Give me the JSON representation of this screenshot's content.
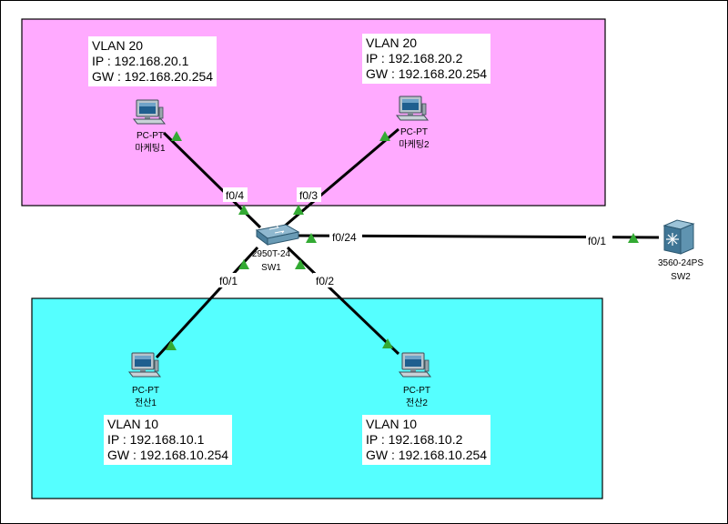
{
  "colors": {
    "zone_vlan20": "#ffaaff",
    "zone_vlan10": "#55ffff",
    "link": "#000000",
    "port_up": "#33aa33"
  },
  "switch_sw1": {
    "model": "2950T-24",
    "name": "SW1"
  },
  "switch_sw2": {
    "model": "3560-24PS",
    "name": "SW2"
  },
  "pcs": [
    {
      "type": "PC-PT",
      "name": "마케팅1",
      "vlan": "VLAN 20",
      "ip": "IP : 192.168.20.1",
      "gw": "GW : 192.168.20.254"
    },
    {
      "type": "PC-PT",
      "name": "마케팅2",
      "vlan": "VLAN 20",
      "ip": "IP : 192.168.20.2",
      "gw": "GW : 192.168.20.254"
    },
    {
      "type": "PC-PT",
      "name": "전산1",
      "vlan": "VLAN 10",
      "ip": "IP : 192.168.10.1",
      "gw": "GW : 192.168.10.254"
    },
    {
      "type": "PC-PT",
      "name": "전산2",
      "vlan": "VLAN 10",
      "ip": "IP : 192.168.10.2",
      "gw": "GW : 192.168.10.254"
    }
  ],
  "ports": {
    "p_f04": "f0/4",
    "p_f03": "f0/3",
    "p_f024": "f0/24",
    "p_f01_sw2": "f0/1",
    "p_f01": "f0/1",
    "p_f02": "f0/2"
  }
}
